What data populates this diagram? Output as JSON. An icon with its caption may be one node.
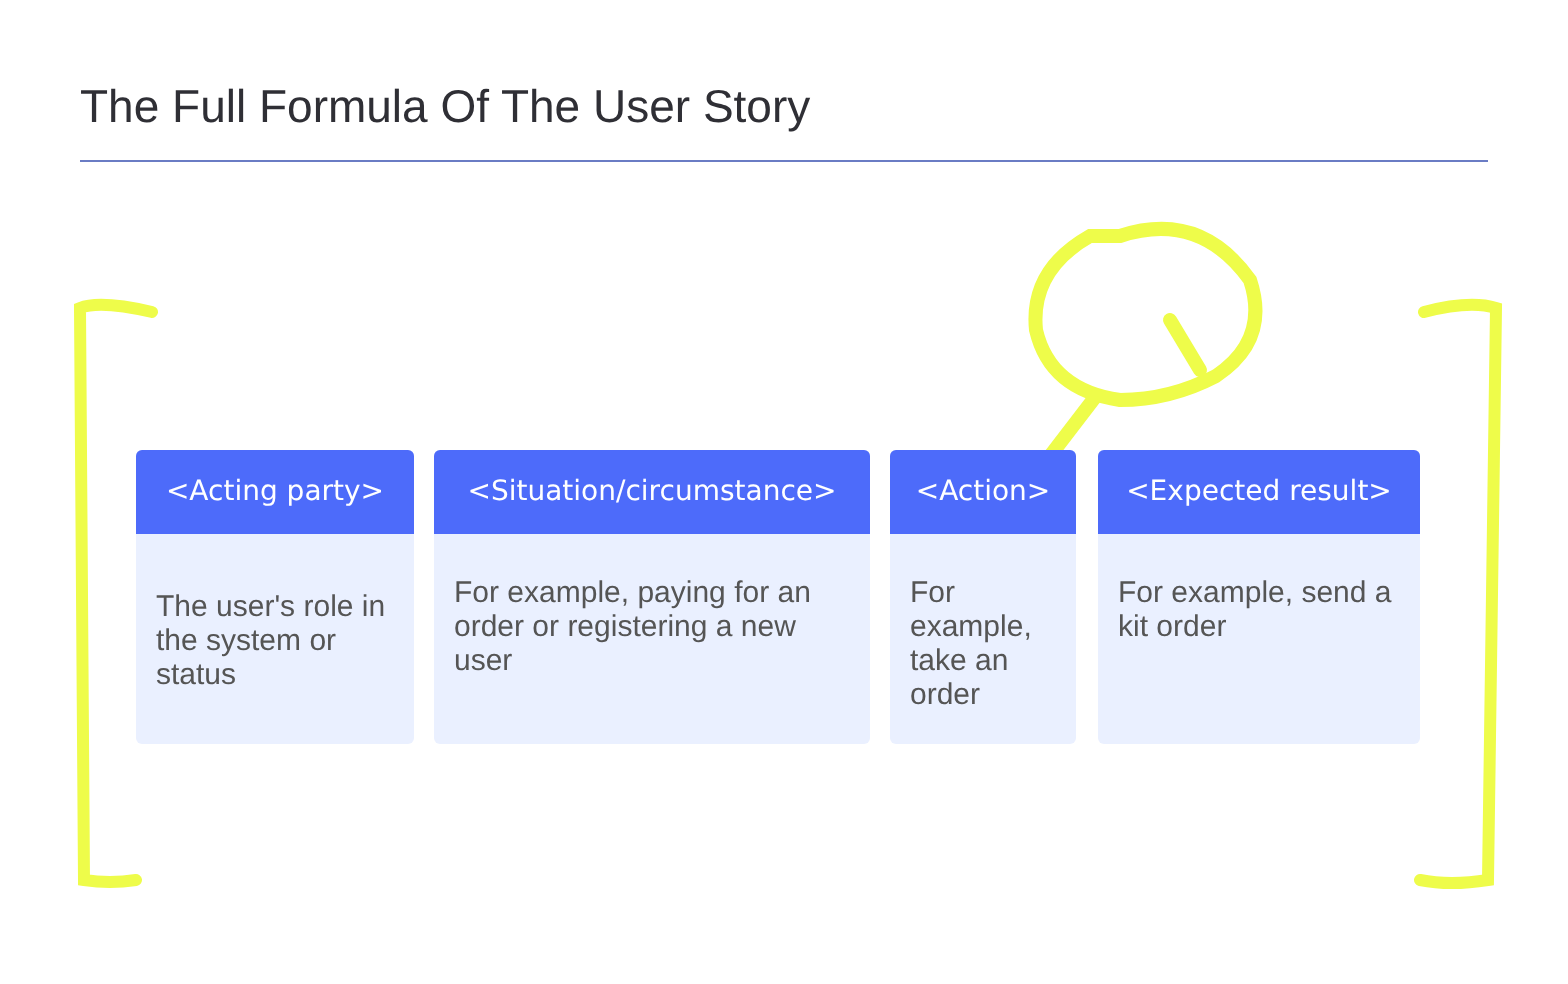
{
  "diagram": {
    "title": "The Full Formula Of The User Story",
    "nodes": [
      {
        "text": [
          "<Acting party>",
          "The user's role in the system or status"
        ]
      },
      {
        "text": [
          "<Situation/circumstance>",
          "For example, paying for an order or registering a new user"
        ]
      },
      {
        "text": [
          "<Action>",
          "For example, take an order"
        ]
      },
      {
        "text": [
          "<Expected result>",
          "For example, send a kit order"
        ]
      }
    ],
    "edges": []
  }
}
